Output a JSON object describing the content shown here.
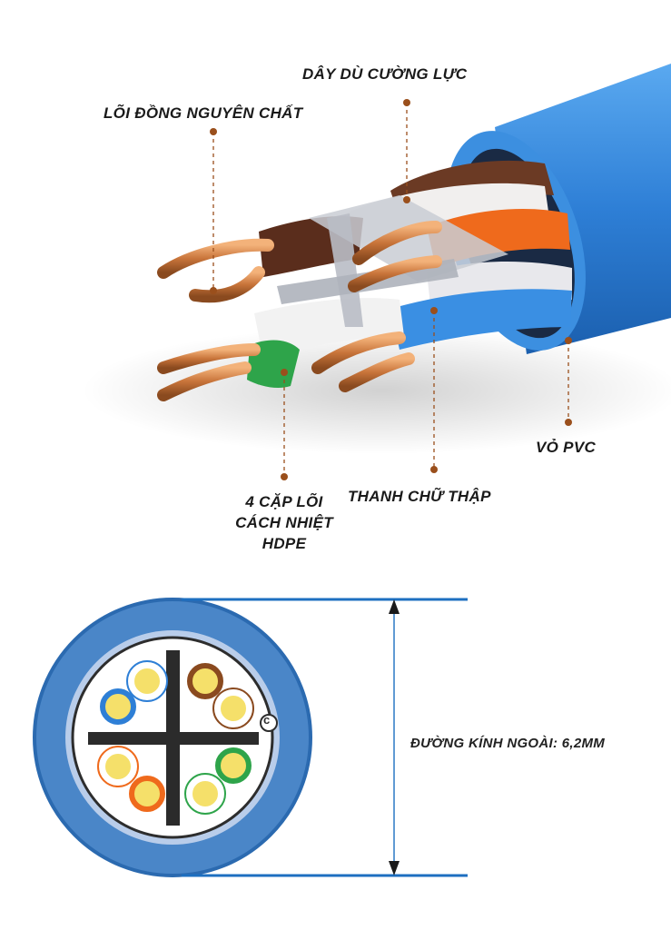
{
  "labels": {
    "copper_core": "LÕI ĐỒNG NGUYÊN CHẤT",
    "rip_cord": "DÂY DÙ CƯỜNG LỰC",
    "pvc_jacket": "VỎ PVC",
    "pairs_line1": "4 CẶP LÕI",
    "pairs_line2": "CÁCH NHIỆT",
    "pairs_line3": "HDPE",
    "cross_filler": "THANH CHỮ THẬP",
    "outer_diameter": "ĐƯỜNG KÍNH NGOÀI: 6,2MM"
  },
  "colors": {
    "jacket_blue": "#2e7fd6",
    "copper": "#c8743a",
    "callout_dot": "#9a4f1c",
    "dimension_line": "#1d6fc0"
  },
  "icons": {
    "rip_cord_icon": "c"
  }
}
